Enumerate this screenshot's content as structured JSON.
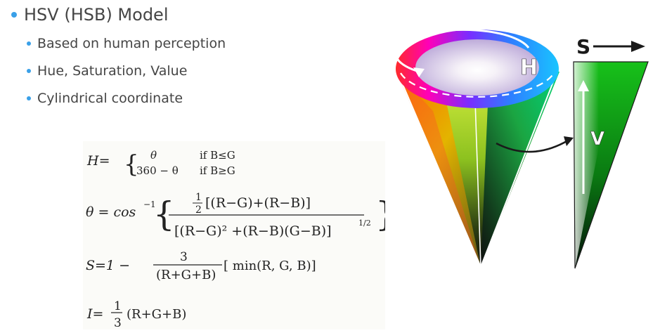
{
  "bullets": {
    "title": "HSV (HSB) Model",
    "items": [
      {
        "label": "Based on human perception"
      },
      {
        "label": "Hue, Saturation, Value"
      },
      {
        "label": "Cylindrical coordinate"
      }
    ]
  },
  "formulas": {
    "h_lhs": "H=",
    "h_case1_value": "θ",
    "h_case1_cond": "if B≤G",
    "h_case2_value": "360 − θ",
    "h_case2_cond": "if B≥G",
    "theta_lhs": "θ = cos",
    "theta_exp": "−1",
    "theta_num_frac_top": "1",
    "theta_num_frac_bot": "2",
    "theta_num_rest": "[(R−G)+(R−B)]",
    "theta_den": "[(R−G)² +(R−B)(G−B)]",
    "theta_den_exp": "1/2",
    "s_lhs": "S=1 −",
    "s_num": "3",
    "s_den": "(R+G+B)",
    "s_rest": "[ min(R, G, B)]",
    "i_lhs": "I=",
    "i_num": "1",
    "i_den": "3",
    "i_rest": "(R+G+B)"
  },
  "diagram": {
    "hue_label": "H",
    "saturation_label": "S",
    "value_label": "V"
  }
}
